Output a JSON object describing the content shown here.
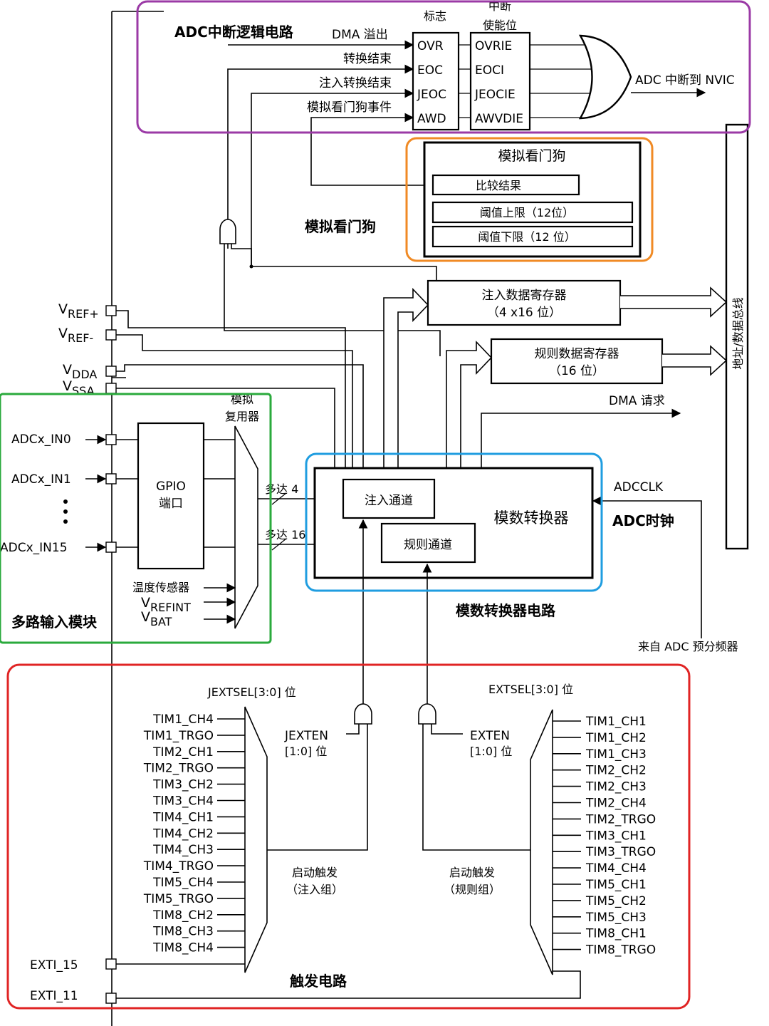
{
  "colors": {
    "interrupt": "#9b3aa6",
    "watchdog": "#f08a24",
    "converter": "#1f9de0",
    "input": "#2aaa3c",
    "trigger": "#e02424"
  },
  "regions": {
    "interrupt": "ADC中断逻辑电路",
    "watchdog": "模拟看门狗",
    "clock": "ADC时钟",
    "converter": "模数转换器电路",
    "input": "多路输入模块",
    "trigger": "触发电路"
  },
  "interrupt": {
    "flags_header": "标志",
    "enable_header_1": "中断",
    "enable_header_2": "使能位",
    "signals": [
      "DMA 溢出",
      "转换结束",
      "注入转换结束",
      "模拟看门狗事件"
    ],
    "flags": [
      "OVR",
      "EOC",
      "JEOC",
      "AWD"
    ],
    "enables": [
      "OVRIE",
      "EOCI",
      "JEOCIE",
      "AWVDIE"
    ],
    "output": "ADC 中断到 NVIC"
  },
  "watchdog": {
    "title": "模拟看门狗",
    "compare": "比较结果",
    "high": "阈值上限（12位）",
    "low": "阈值下限（12 位）"
  },
  "registers": {
    "injected_1": "注入数据寄存器",
    "injected_2": "（4 x16 位）",
    "regular_1": "规则数据寄存器",
    "regular_2": "（16 位）",
    "dma": "DMA 请求",
    "bus": "地址/数据总线"
  },
  "power": {
    "vref_plus": {
      "main": "V",
      "sub": "REF+"
    },
    "vref_minus": {
      "main": "V",
      "sub": "REF-"
    },
    "vdda": {
      "main": "V",
      "sub": "DDA"
    },
    "vssa": {
      "main": "V",
      "sub": "SSA"
    }
  },
  "inputs": {
    "in0": "ADCx_IN0",
    "in1": "ADCx_IN1",
    "in15": "ADCx_IN15",
    "gpio_1": "GPIO",
    "gpio_2": "端口",
    "mux_1": "模拟",
    "mux_2": "复用器",
    "temp": "温度传感器",
    "vrefint": {
      "main": "V",
      "sub": "REFINT"
    },
    "vbat": {
      "main": "V",
      "sub": "BAT"
    },
    "upto4": "多达 4",
    "upto16": "多达 16"
  },
  "converter": {
    "injected": "注入通道",
    "regular": "规则通道",
    "adc": "模数转换器",
    "clk": "ADCCLK",
    "prescaler": "来自 ADC 预分频器"
  },
  "trigger": {
    "jextsel": "JEXTSEL[3:0] 位",
    "extsel": "EXTSEL[3:0] 位",
    "jexten_1": "JEXTEN",
    "jexten_2": "[1:0] 位",
    "exten_1": "EXTEN",
    "exten_2": "[1:0] 位",
    "start_inj_1": "启动触发",
    "start_inj_2": "（注入组）",
    "start_reg_1": "启动触发",
    "start_reg_2": "（规则组）",
    "injected_sources": [
      "TIM1_CH4",
      "TIM1_TRGO",
      "TIM2_CH1",
      "TIM2_TRGO",
      "TIM3_CH2",
      "TIM3_CH4",
      "TIM4_CH1",
      "TIM4_CH2",
      "TIM4_CH3",
      "TIM4_TRGO",
      "TIM5_CH4",
      "TIM5_TRGO",
      "TIM8_CH2",
      "TIM8_CH3",
      "TIM8_CH4"
    ],
    "regular_sources": [
      "TIM1_CH1",
      "TIM1_CH2",
      "TIM1_CH3",
      "TIM2_CH2",
      "TIM2_CH3",
      "TIM2_CH4",
      "TIM2_TRGO",
      "TIM3_CH1",
      "TIM3_TRGO",
      "TIM4_CH4",
      "TIM5_CH1",
      "TIM5_CH2",
      "TIM5_CH3",
      "TIM8_CH1",
      "TIM8_TRGO"
    ],
    "exti15": "EXTI_15",
    "exti11": "EXTI_11"
  }
}
